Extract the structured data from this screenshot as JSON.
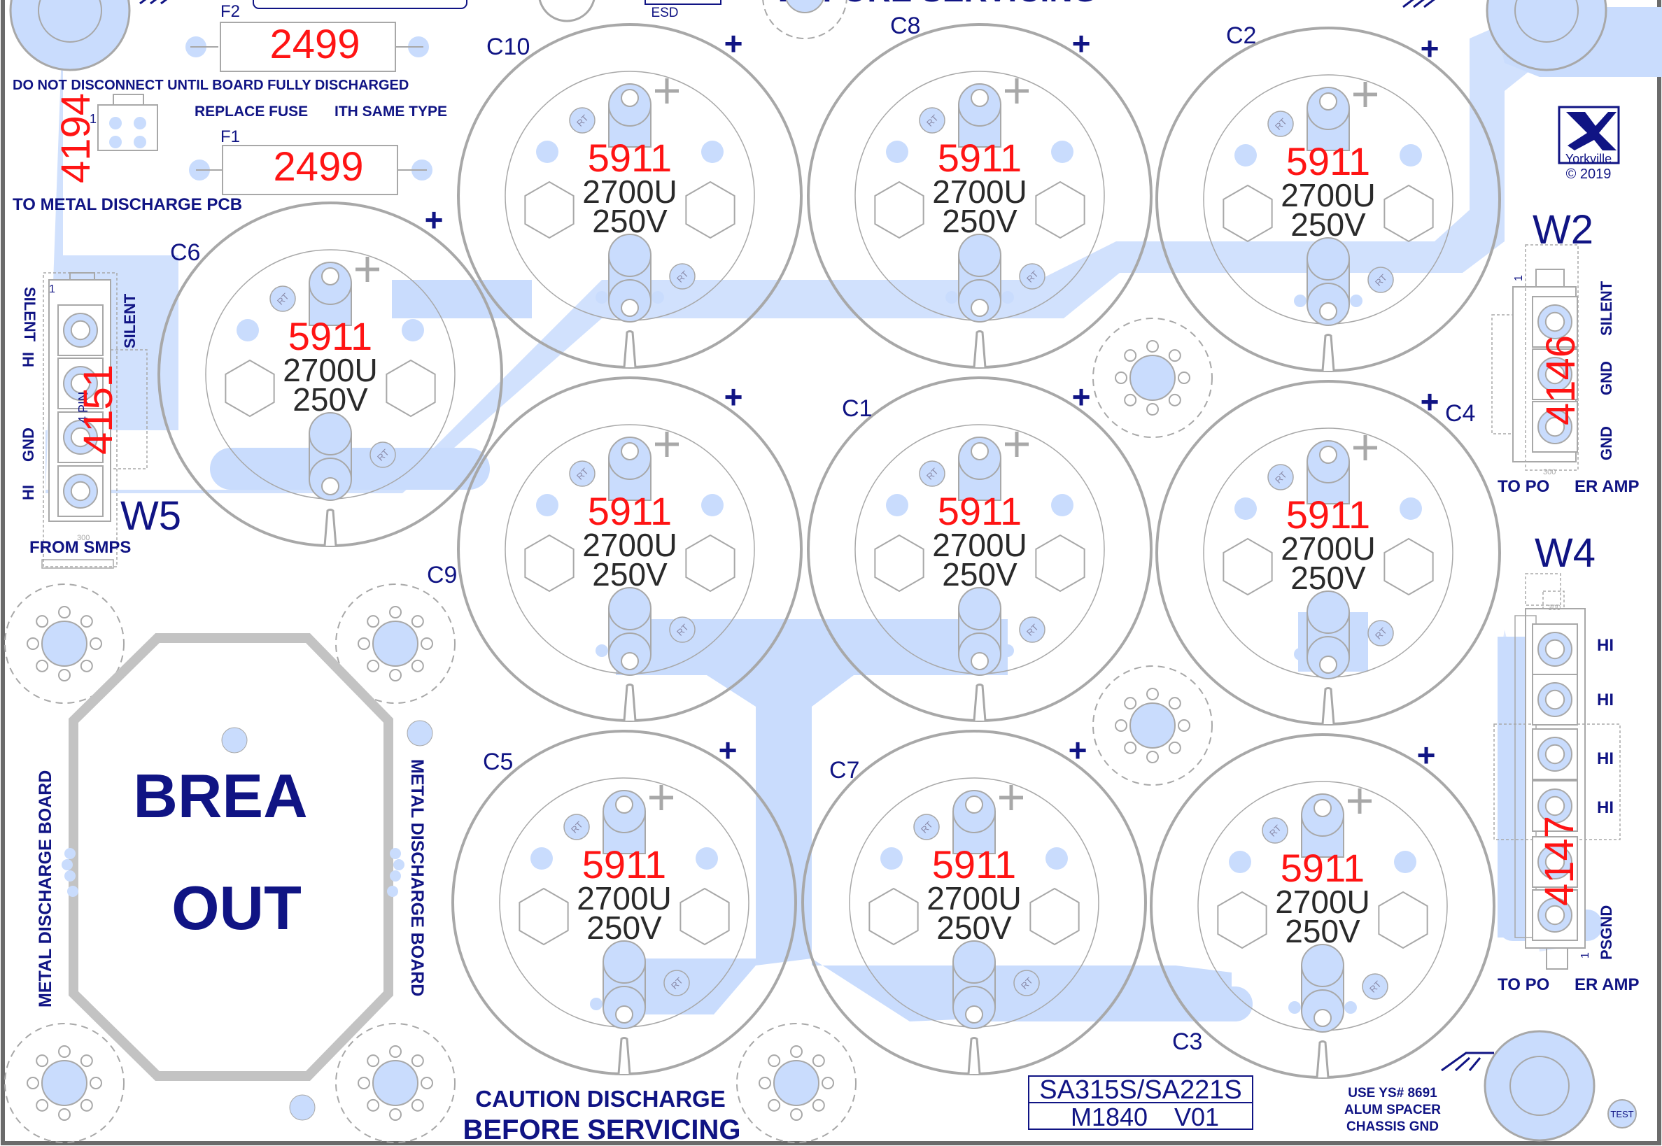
{
  "colors": {
    "copper": "#c9dcfd",
    "copper_dark": "#b0ccfa",
    "silk_blue": "#101484",
    "silk_red": "#ff1414",
    "outline_gray": "#a8a8a8",
    "text_dark": "#2a2a2a"
  },
  "header": {
    "top_caution": "BEFORE SERVICING",
    "esd": "ESD"
  },
  "fuses": {
    "f2": {
      "ref": "F2",
      "value": "2499"
    },
    "f1": {
      "ref": "F1",
      "value": "2499"
    },
    "warning": "DO NOT DISCONNECT UNTIL BOARD FULLY DISCHARGED",
    "replace": "REPLACE FUSE",
    "same_type": "ITH SAME TYPE"
  },
  "connector_j1": {
    "value": "4194",
    "pin": "1",
    "label": "TO METAL DISCHARGE PCB"
  },
  "capacitors": [
    {
      "ref": "C10",
      "value": "5911",
      "cap": "2700U",
      "volt": "250V",
      "plus": "+",
      "rt": "RT"
    },
    {
      "ref": "C8",
      "value": "5911",
      "cap": "2700U",
      "volt": "250V",
      "plus": "+",
      "rt": "RT"
    },
    {
      "ref": "C2",
      "value": "5911",
      "cap": "2700U",
      "volt": "250V",
      "plus": "+",
      "rt": "RT"
    },
    {
      "ref": "C6",
      "value": "5911",
      "cap": "2700U",
      "volt": "250V",
      "plus": "+",
      "rt": "RT"
    },
    {
      "ref": "C9",
      "value": "5911",
      "cap": "2700U",
      "volt": "250V",
      "plus": "+",
      "rt": "RT"
    },
    {
      "ref": "C1",
      "value": "5911",
      "cap": "2700U",
      "volt": "250V",
      "plus": "+",
      "rt": "RT"
    },
    {
      "ref": "C4",
      "value": "5911",
      "cap": "2700U",
      "volt": "250V",
      "plus": "+",
      "rt": "RT"
    },
    {
      "ref": "C5",
      "value": "5911",
      "cap": "2700U",
      "volt": "250V",
      "plus": "+",
      "rt": "RT"
    },
    {
      "ref": "C7",
      "value": "5911",
      "cap": "2700U",
      "volt": "250V",
      "plus": "+",
      "rt": "RT"
    },
    {
      "ref": "C3",
      "value": "5911",
      "cap": "2700U",
      "volt": "250V",
      "plus": "+",
      "rt": "RT"
    }
  ],
  "w5": {
    "ref": "W5",
    "value": "4151",
    "pin1": "1",
    "pins": [
      "SILENT",
      "HI",
      "GND",
      "HI"
    ],
    "silent_right": "SILENT",
    "four_pin": "4 PIN",
    "label": "FROM SMPS",
    "dim": "300"
  },
  "w2": {
    "ref": "W2",
    "value": "4146",
    "pin1": "1",
    "pins": [
      "SILENT",
      "GND",
      "GND"
    ],
    "to_left": "TO PO",
    "to_right": "ER AMP",
    "dim": "300"
  },
  "w4": {
    "ref": "W4",
    "value": "4147",
    "pin1": "1",
    "pins": [
      "HI",
      "HI",
      "HI",
      "HI",
      "PSGND"
    ],
    "to_left": "TO PO",
    "to_right": "ER AMP",
    "dim": "300"
  },
  "logo": {
    "name": "Yorkville",
    "copyright": "© 2019"
  },
  "breakout": {
    "line1": "BREA",
    "line2": "OUT",
    "left_label": "METAL DISCHARGE BOARD",
    "right_label": "METAL DISCHARGE BOARD"
  },
  "footer": {
    "caution1": "CAUTION DISCHARGE",
    "caution2": "BEFORE SERVICING",
    "model": "SA315S/SA221S",
    "part": "M1840",
    "version": "V01",
    "spacer1": "USE YS# 8691",
    "spacer2": "ALUM SPACER",
    "spacer3": "CHASSIS GND",
    "test": "TEST"
  }
}
